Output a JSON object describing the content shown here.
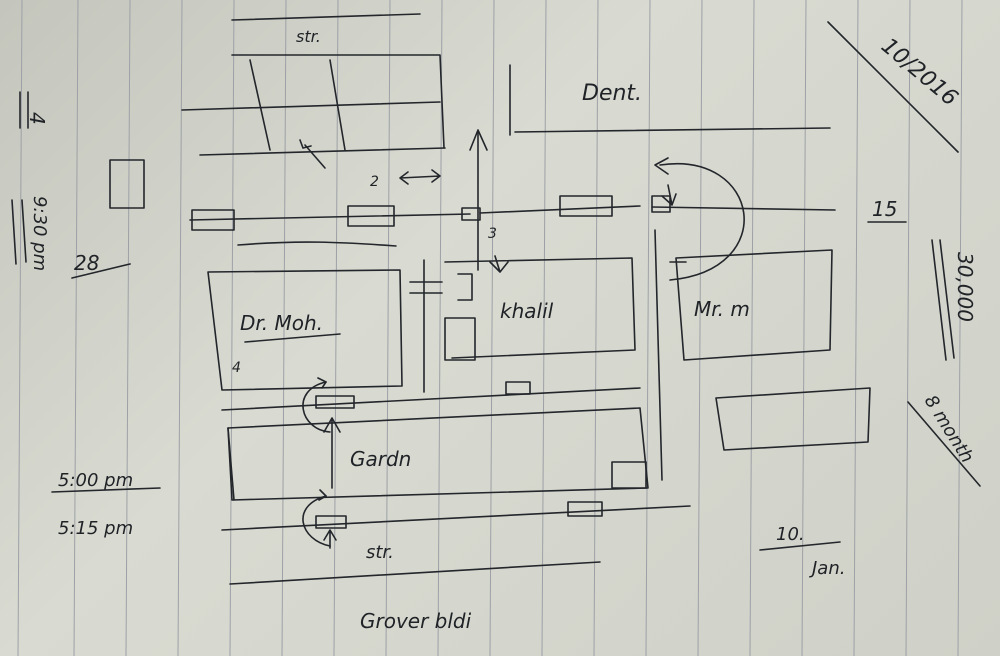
{
  "labels": {
    "str_top": "str.",
    "dent": "Dent.",
    "dr_moh": "Dr. Moh.",
    "khalil": "khalil",
    "mr_m": "Mr. m",
    "garden": "Gardn",
    "str_bottom": "str.",
    "grover": "Grover bldi",
    "num_2": "2",
    "num_3": "3",
    "num_4": "4"
  },
  "margin_left": {
    "top_number": "4",
    "time_1": "9:30 pm",
    "number_28": "28",
    "time_2": "5:00 pm",
    "time_3": "5:15 pm"
  },
  "margin_right": {
    "date": "10/2016",
    "number_15": "15",
    "amount": "30,000",
    "duration": "8 month",
    "deadline_day": "10.",
    "deadline_month": "Jan."
  },
  "colors": {
    "paper": "#d3d5cc",
    "ink": "#23262b",
    "rule": "#9da0a6"
  }
}
